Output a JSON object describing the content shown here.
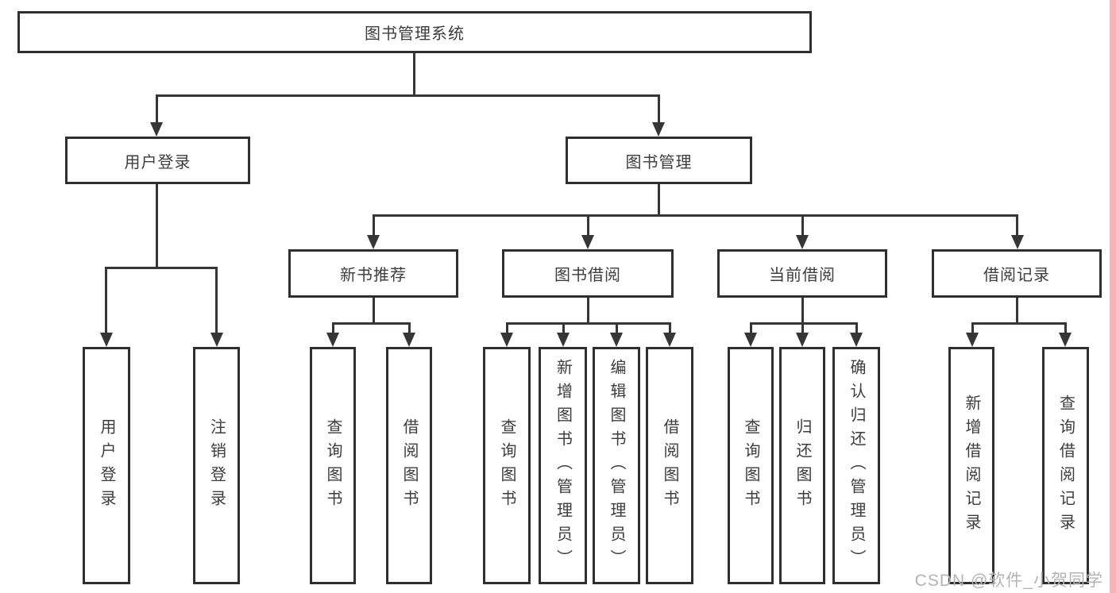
{
  "nodes": {
    "root": {
      "label": "图书管理系统"
    },
    "user_login": {
      "label": "用户登录"
    },
    "book_management": {
      "label": "图书管理"
    },
    "new_book_recommend": {
      "label": "新书推荐"
    },
    "book_borrow": {
      "label": "图书借阅"
    },
    "current_borrow": {
      "label": "当前借阅"
    },
    "borrow_records": {
      "label": "借阅记录"
    },
    "leaf_user_login": {
      "label": "用户登录"
    },
    "leaf_logout": {
      "label": "注销登录"
    },
    "leaf_query_book_1": {
      "label": "查询图书"
    },
    "leaf_borrow_book_1": {
      "label": "借阅图书"
    },
    "leaf_query_book_2": {
      "label": "查询图书"
    },
    "leaf_add_book": {
      "label": "新增图书（管理员）"
    },
    "leaf_edit_book": {
      "label": "编辑图书（管理员）"
    },
    "leaf_borrow_book_2": {
      "label": "借阅图书"
    },
    "leaf_query_book_3": {
      "label": "查询图书"
    },
    "leaf_return_book": {
      "label": "归还图书"
    },
    "leaf_confirm_return": {
      "label": "确认归还（管理员）"
    },
    "leaf_add_record": {
      "label": "新增借阅记录"
    },
    "leaf_query_record": {
      "label": "查询借阅记录"
    }
  },
  "watermark": {
    "text": "CSDN @软件_小贺同学"
  },
  "colors": {
    "background": "#ffffff",
    "line_color": "#363636",
    "box_border": "#2f2f2f",
    "box_fill": "#ffffff",
    "text_color": "#3d3d3d",
    "watermark_color": "#b4b4b4",
    "edge_strip": "#f5b5b5"
  }
}
